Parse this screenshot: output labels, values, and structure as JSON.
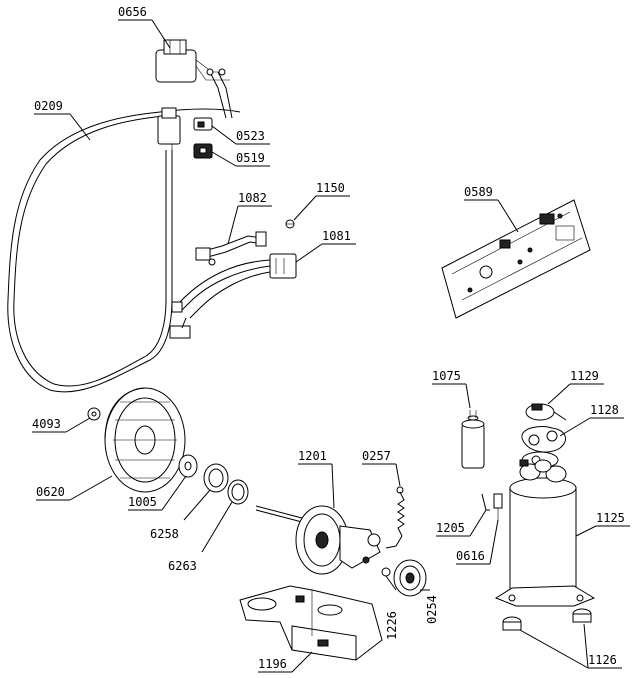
{
  "diagram": {
    "labels": {
      "p0656": "0656",
      "p0209": "0209",
      "p0523": "0523",
      "p0519": "0519",
      "p1082": "1082",
      "p1150": "1150",
      "p1081": "1081",
      "p0589": "0589",
      "p1075": "1075",
      "p1129": "1129",
      "p1128": "1128",
      "p4093": "4093",
      "p0620": "0620",
      "p1005": "1005",
      "p6258": "6258",
      "p6263": "6263",
      "p1201": "1201",
      "p0257": "0257",
      "p1205": "1205",
      "p0616": "0616",
      "p1125": "1125",
      "p0254": "0254",
      "p1226": "1226",
      "p1196": "1196",
      "p1126": "1126"
    }
  }
}
